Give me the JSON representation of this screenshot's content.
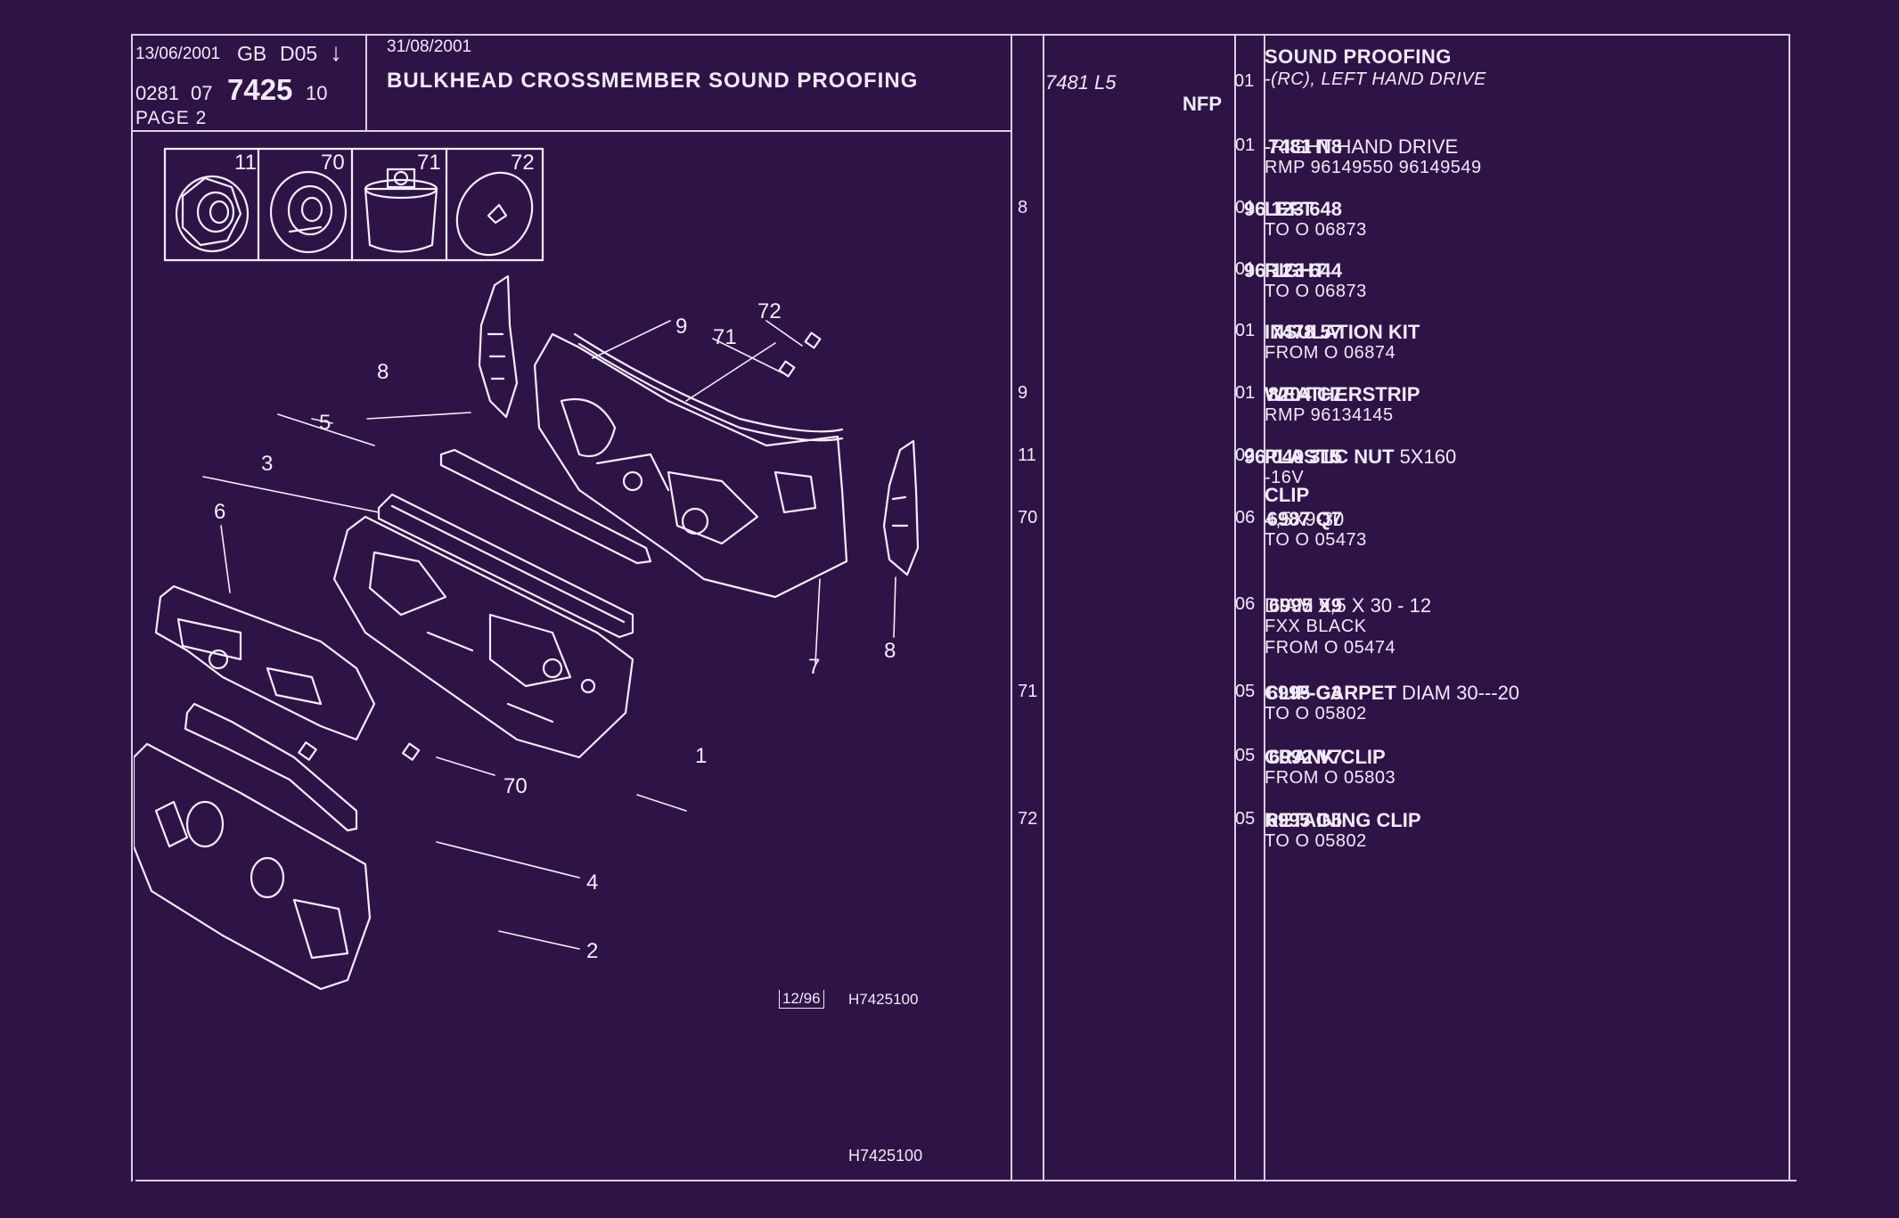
{
  "header": {
    "date_left": "13/06/2001",
    "lang_code": "GB",
    "version_code": "D05",
    "arrow": "↓",
    "ref_prefix": "0281",
    "ref_section": "07",
    "ref_group": "7425",
    "ref_suffix": "10",
    "page_label": "PAGE 2",
    "date_right": "31/08/2001",
    "title": "BULKHEAD CROSSMEMBER SOUND PROOFING"
  },
  "inset_parts": [
    "11",
    "70",
    "71",
    "72"
  ],
  "diagram": {
    "callouts": [
      "1",
      "2",
      "3",
      "4",
      "5",
      "6",
      "7",
      "8",
      "8",
      "9",
      "70",
      "71",
      "72"
    ],
    "stamp": "12/96",
    "ref_code": "H7425100",
    "footer_code": "H7425100"
  },
  "parts_list": {
    "top": {
      "part_number": "7481 L5",
      "nfp": "NFP",
      "qty": "01",
      "heading": "SOUND PROOFING",
      "line2": "-(RC), LEFT HAND DRIVE"
    },
    "rows": [
      {
        "ref": "",
        "part_number": "7481 N8",
        "qty": "01",
        "desc_bold": "",
        "desc": "-RIGHT HAND DRIVE",
        "line2": "RMP 96149550 96149549",
        "line3": ""
      },
      {
        "ref": "8",
        "part_number": "96 123 648",
        "qty": "01",
        "desc_bold": "LEFT",
        "desc": "",
        "line2": "TO  O  06873",
        "line3": ""
      },
      {
        "ref": "",
        "part_number": "96 123 644",
        "qty": "01",
        "desc_bold": "RIGHT",
        "desc": "",
        "line2": "TO  O  06873",
        "line3": ""
      },
      {
        "ref": "",
        "part_number": "7478 57",
        "qty": "01",
        "desc_bold": "INSULATION KIT",
        "desc": "",
        "line2": "FROM  O  06874",
        "line3": ""
      },
      {
        "ref": "9",
        "part_number": "8204 C7",
        "qty": "01",
        "desc_bold": "WEATHERSTRIP",
        "desc": "",
        "line2": "RMP 96134145",
        "line3": ""
      },
      {
        "ref": "11",
        "part_number": "96 049 315",
        "qty": "02",
        "desc_bold": "PLASTIC NUT",
        "desc": " 5X160",
        "line2": "-16V",
        "line3": ""
      },
      {
        "ref": "70",
        "part_number": "6987 Q7",
        "qty": "06",
        "desc_bold": "",
        "desc": "4,5X9-30",
        "line2": "TO  O  05473",
        "line3": "",
        "pre_bold": "CLIP"
      },
      {
        "ref": "",
        "part_number": "6995 X9",
        "qty": "06",
        "desc_bold": "",
        "desc": "DIAM 9,5 X 30 - 12",
        "line2": "FXX BLACK",
        "line3": "FROM  O  05474"
      },
      {
        "ref": "71",
        "part_number": "6995 G3",
        "qty": "05",
        "desc_bold": "CLIP-CARPET",
        "desc": " DIAM 30---20",
        "line2": "TO  O  05802",
        "line3": ""
      },
      {
        "ref": "",
        "part_number": "6992 V7",
        "qty": "05",
        "desc_bold": "CRANK CLIP",
        "desc": "",
        "line2": "FROM  O  05803",
        "line3": ""
      },
      {
        "ref": "72",
        "part_number": "6995 G5",
        "qty": "05",
        "desc_bold": "RETAINING CLIP",
        "desc": "",
        "line2": "TO  O  05802",
        "line3": ""
      }
    ]
  }
}
